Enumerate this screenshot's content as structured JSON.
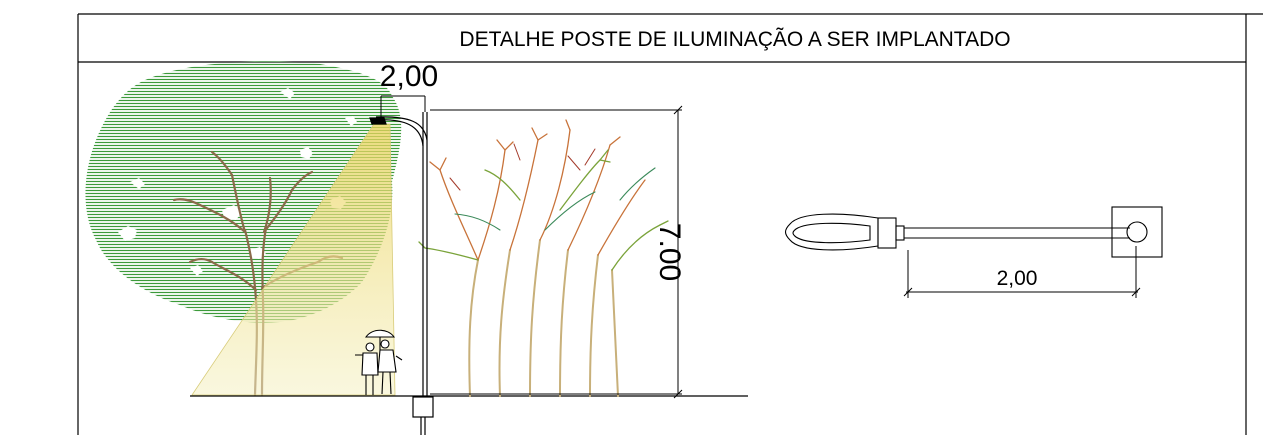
{
  "title": "DETALHE POSTE DE ILUMINAÇÃO A SER IMPLANTADO",
  "elevation": {
    "arm_length_label": "2,00",
    "pole_height_label": "7.00"
  },
  "plan": {
    "arm_length_label": "2,00"
  },
  "colors": {
    "line": "#000000",
    "tree_green": "#3a9a3a",
    "light_cone": "#f1eca6",
    "tree_autumn": "#c8733a"
  }
}
